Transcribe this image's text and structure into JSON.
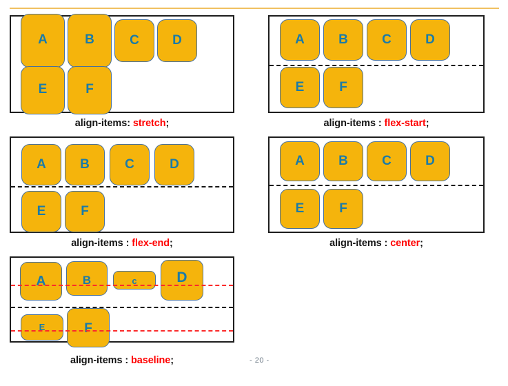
{
  "slide": {
    "page_label": "- 20 -",
    "accent_rule_color": "#f0c060",
    "box_fill_color": "#f5b40c",
    "box_border_color": "#4a7199",
    "box_letter_color": "#1a7ba8",
    "caption_value_color": "#ff0000",
    "frame_border_color": "#1d1d1d",
    "dash_line_color": "#171717",
    "baseline_marker_color": "#fb2a2a"
  },
  "panels": [
    {
      "id": "stretch",
      "caption_property": "align-items:",
      "caption_value": "stretch",
      "caption_semicolon": ";",
      "items": [
        {
          "label": "A"
        },
        {
          "label": "B"
        },
        {
          "label": "C"
        },
        {
          "label": "D"
        },
        {
          "label": "E"
        },
        {
          "label": "F"
        }
      ]
    },
    {
      "id": "flex-start",
      "caption_property": "align-items :",
      "caption_value": "flex-start",
      "caption_semicolon": ";",
      "items": [
        {
          "label": "A"
        },
        {
          "label": "B"
        },
        {
          "label": "C"
        },
        {
          "label": "D"
        },
        {
          "label": "E"
        },
        {
          "label": "F"
        }
      ]
    },
    {
      "id": "flex-end",
      "caption_property": "align-items :",
      "caption_value": "flex-end",
      "caption_semicolon": ";",
      "items": [
        {
          "label": "A"
        },
        {
          "label": "B"
        },
        {
          "label": "C"
        },
        {
          "label": "D"
        },
        {
          "label": "E"
        },
        {
          "label": "F"
        }
      ]
    },
    {
      "id": "center",
      "caption_property": "align-items :",
      "caption_value": "center",
      "caption_semicolon": ";",
      "items": [
        {
          "label": "A"
        },
        {
          "label": "B"
        },
        {
          "label": "C"
        },
        {
          "label": "D"
        },
        {
          "label": "E"
        },
        {
          "label": "F"
        }
      ]
    },
    {
      "id": "baseline",
      "caption_property": "align-items :",
      "caption_value": "baseline",
      "caption_semicolon": ";",
      "items": [
        {
          "label": "A"
        },
        {
          "label": "B"
        },
        {
          "label": "c"
        },
        {
          "label": "D"
        },
        {
          "label": "E"
        },
        {
          "label": "F"
        }
      ]
    }
  ]
}
